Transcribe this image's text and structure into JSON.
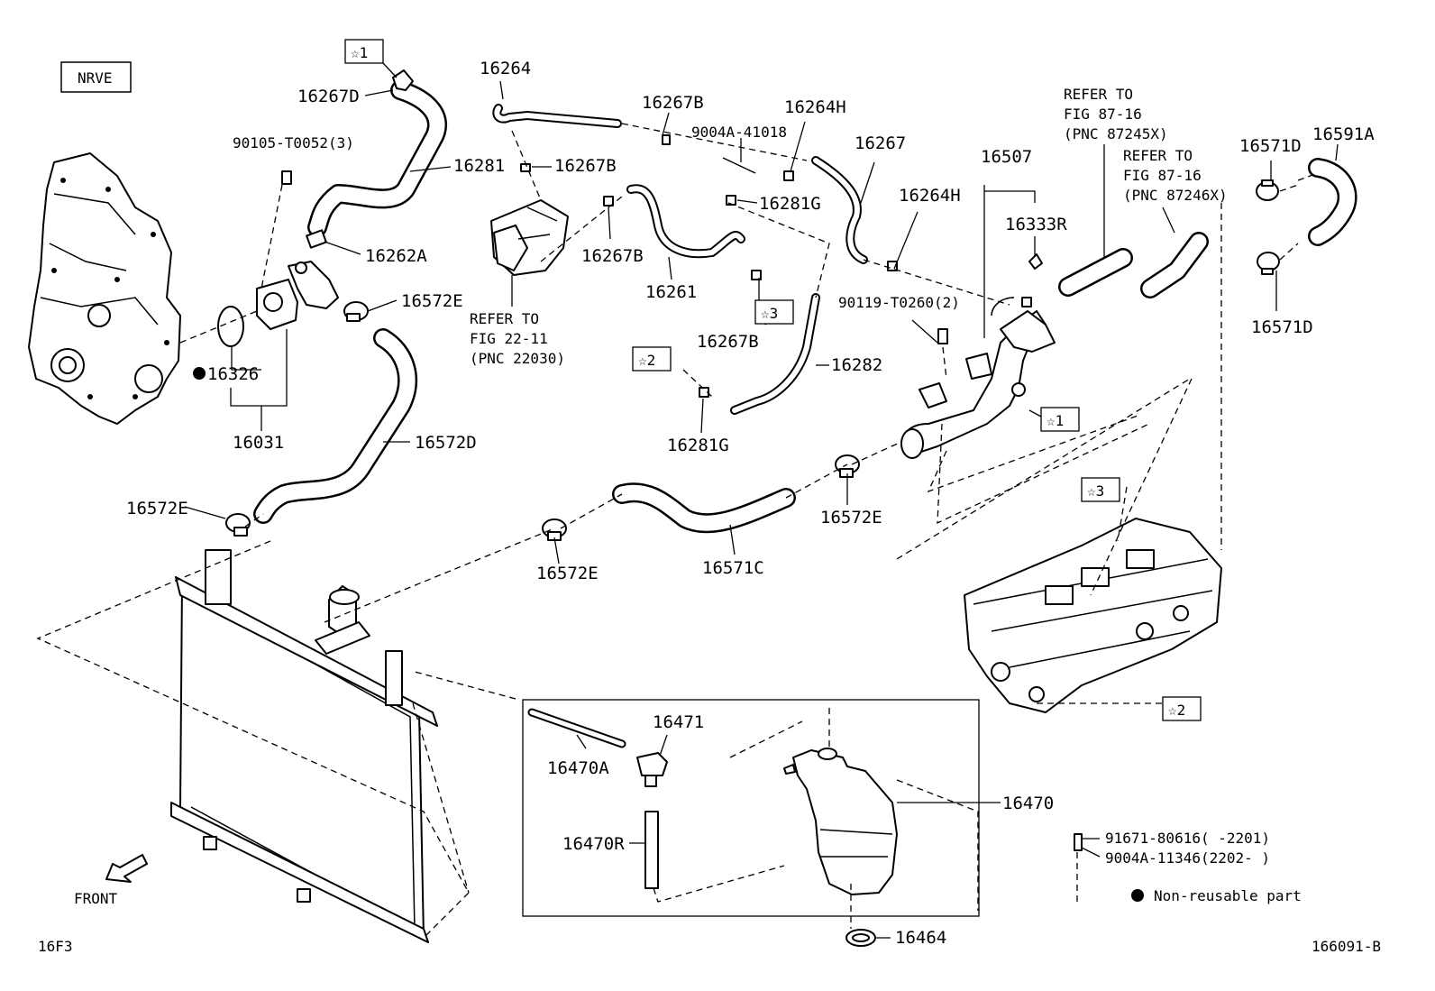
{
  "figure": {
    "variant": "NRVE",
    "figure_code": "16F3",
    "drawing_number": "166091-B",
    "front_label": "FRONT"
  },
  "markers": {
    "m1": "☆1",
    "m2": "☆2",
    "m3": "☆3"
  },
  "parts": {
    "p16267D": "16267D",
    "p90105": "90105-T0052(3)",
    "p16281": "16281",
    "p16262A": "16262A",
    "p16572E_a": "16572E",
    "p16326": "16326",
    "p16031": "16031",
    "p16572D": "16572D",
    "p16572E_b": "16572E",
    "p16264": "16264",
    "p16267B_a": "16267B",
    "p16267B_b": "16267B",
    "p16267B_c": "16267B",
    "p16267B_d": "16267B",
    "p16261": "16261",
    "p9004A_41018": "9004A-41018",
    "p16264H_a": "16264H",
    "p16281G_a": "16281G",
    "p16267": "16267",
    "p16282": "16282",
    "p16281G_b": "16281G",
    "p16264H_b": "16264H",
    "p90119": "90119-T0260(2)",
    "p16507": "16507",
    "p16333R": "16333R",
    "p16571D_a": "16571D",
    "p16591A": "16591A",
    "p16571D_b": "16571D",
    "p16572E_c": "16572E",
    "p16571C": "16571C",
    "p16572E_d": "16572E",
    "p16471": "16471",
    "p16470A": "16470A",
    "p16470R": "16470R",
    "p16470": "16470",
    "p16464": "16464"
  },
  "refers": {
    "r1": [
      "REFER TO",
      "FIG 22-11",
      "(PNC 22030)"
    ],
    "r2": [
      "REFER TO",
      "FIG 87-16",
      "(PNC 87245X)"
    ],
    "r3": [
      "REFER TO",
      "FIG 87-16",
      "(PNC 87246X)"
    ]
  },
  "bolt_notes": {
    "line1": "91671-80616(    -2201)",
    "line2": "9004A-11346(2202-    )"
  },
  "legend": {
    "nonreusable": "Non-reusable part"
  }
}
